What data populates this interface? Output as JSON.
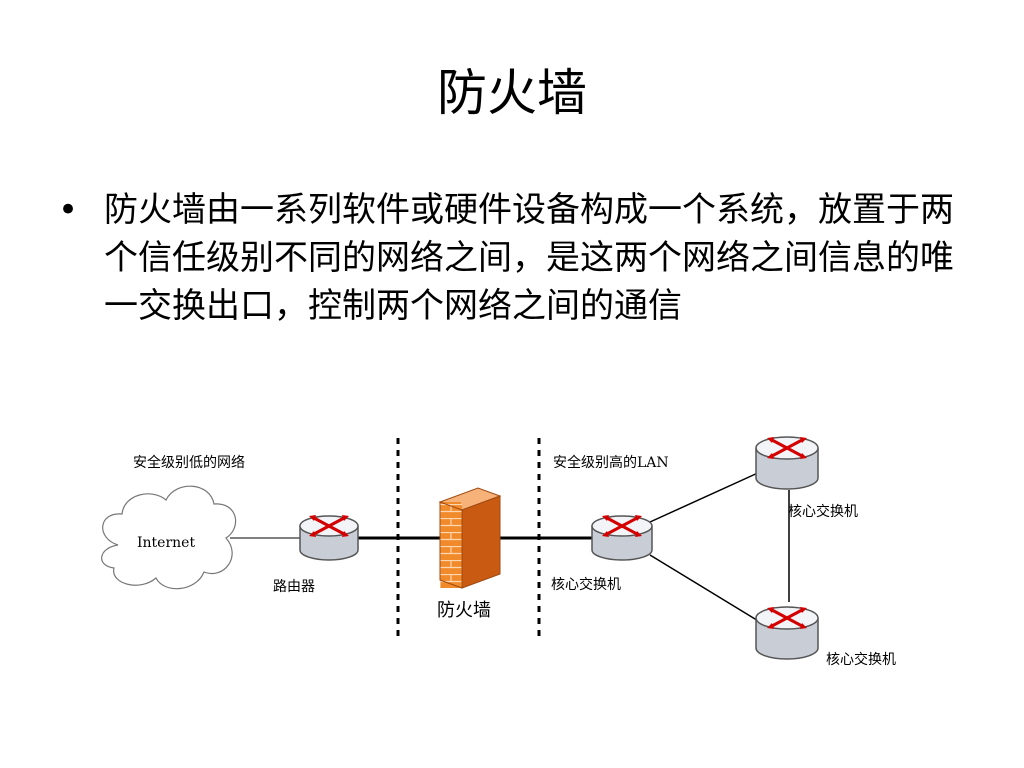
{
  "slide": {
    "title": "防火墙",
    "bullet": "防火墙由一系列软件或硬件设备构成一个系统，放置于两个信任级别不同的网络之间，是这两个网络之间信息的唯一交换出口，控制两个网络之间的通信"
  },
  "diagram": {
    "zone_low": "安全级别低的网络",
    "zone_high": "安全级别高的LAN",
    "internet": "Internet",
    "router": "路由器",
    "firewall": "防火墙",
    "core_switch_main": "核心交换机",
    "core_switch_top": "核心交换机",
    "core_switch_bottom": "核心交换机"
  },
  "colors": {
    "router_top": "#f2f4f7",
    "router_body": "#c9ced6",
    "arrow": "#d40000",
    "firewall": "#f08a2a",
    "firewall_dark": "#c85a12"
  },
  "icons": [
    "cloud-icon",
    "router-icon",
    "firewall-icon",
    "core-switch-icon"
  ]
}
